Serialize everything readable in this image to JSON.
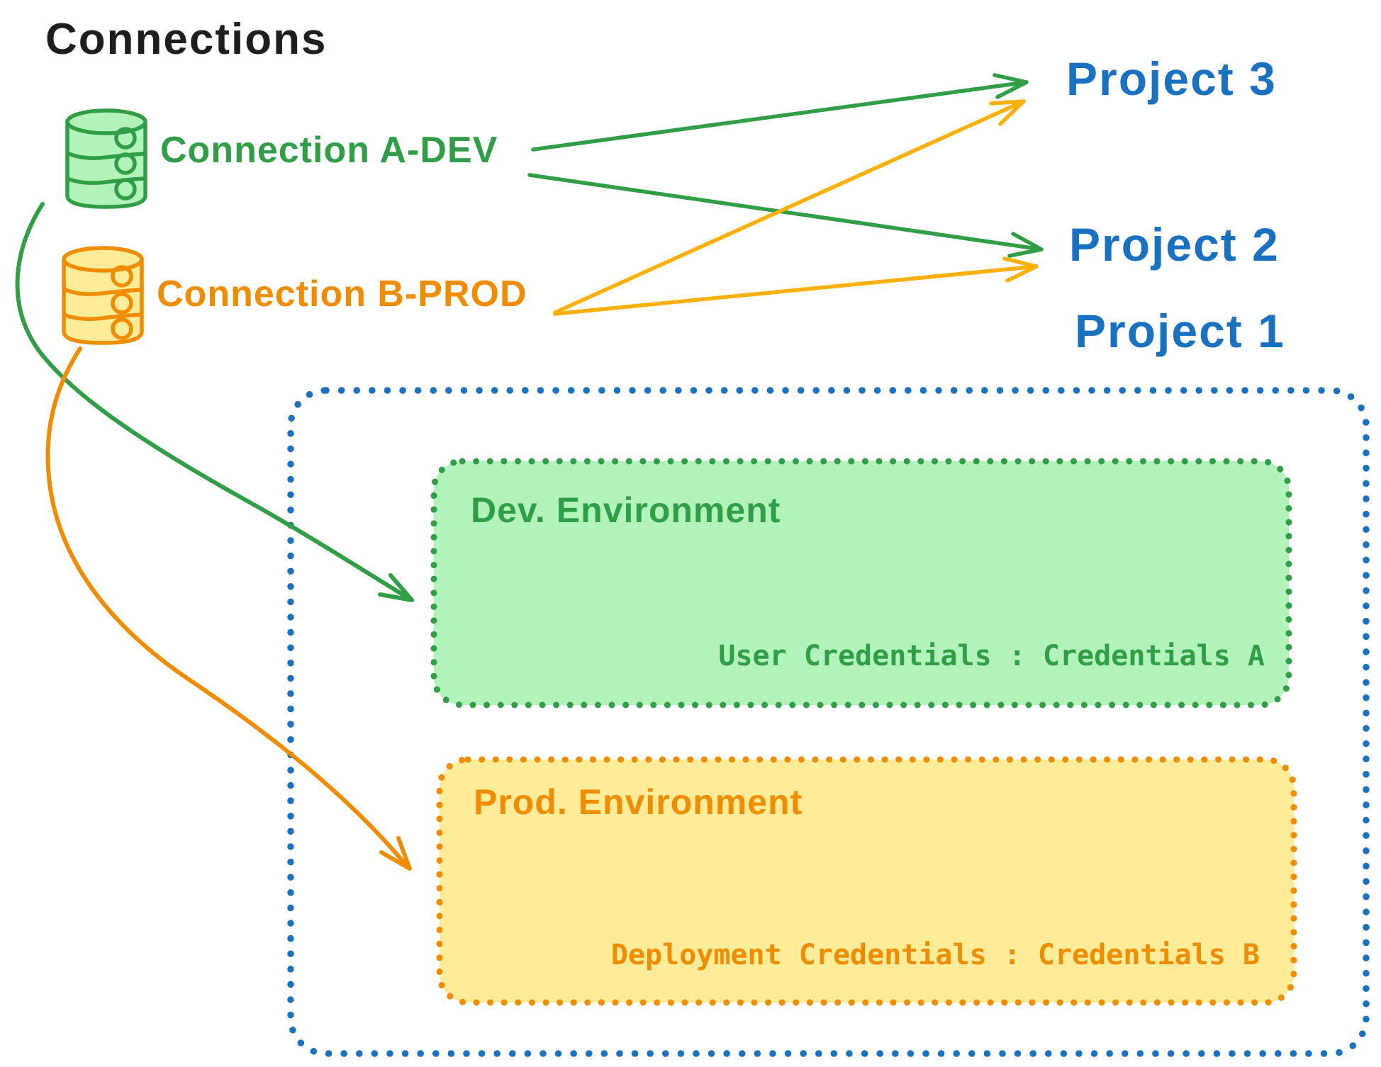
{
  "diagram_title": "Connections",
  "connections": [
    {
      "id": "connection-a-dev",
      "label": "Connection A-DEV",
      "color": "#2f9e44",
      "icon": "database-cylinder-icon"
    },
    {
      "id": "connection-b-prod",
      "label": "Connection B-PROD",
      "color": "#f08c00",
      "icon": "database-cylinder-icon"
    }
  ],
  "projects": [
    {
      "id": "project-3",
      "label": "Project 3",
      "color": "#1971c2"
    },
    {
      "id": "project-2",
      "label": "Project 2",
      "color": "#1971c2"
    },
    {
      "id": "project-1",
      "label": "Project 1",
      "color": "#1971c2"
    }
  ],
  "project1_detail": {
    "border_color": "#1971c2",
    "dev_environment": {
      "title": "Dev. Environment",
      "credentials_label": "User Credentials : Credentials A",
      "fill": "#b2f2bb",
      "stroke": "#2f9e44"
    },
    "prod_environment": {
      "title": "Prod. Environment",
      "credentials_label": "Deployment Credentials : Credentials B",
      "fill": "#ffec99",
      "stroke": "#f08c00"
    }
  },
  "edges": [
    {
      "from": "Connection A-DEV",
      "to": "Project 3",
      "color": "#2f9e44"
    },
    {
      "from": "Connection A-DEV",
      "to": "Project 2",
      "color": "#2f9e44"
    },
    {
      "from": "Connection A-DEV",
      "to": "Dev. Environment",
      "color": "#2f9e44"
    },
    {
      "from": "Connection B-PROD",
      "to": "Project 3",
      "color": "#fab005"
    },
    {
      "from": "Connection B-PROD",
      "to": "Project 2",
      "color": "#fab005"
    },
    {
      "from": "Connection B-PROD",
      "to": "Prod. Environment",
      "color": "#f08c00"
    }
  ]
}
